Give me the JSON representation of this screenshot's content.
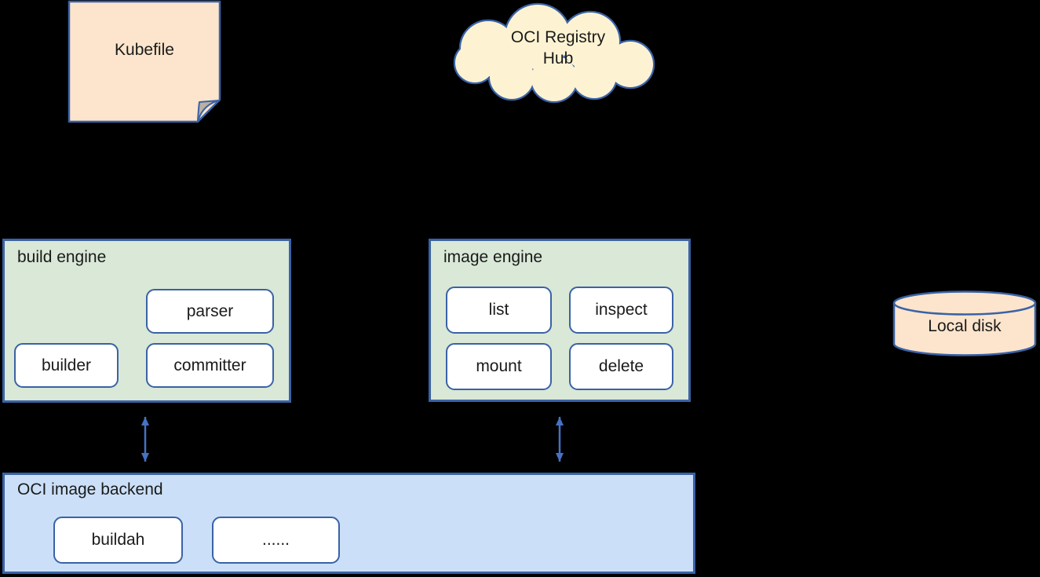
{
  "palette": {
    "background": "#000000",
    "border_blue": "#3A62A6",
    "arrow_blue": "#4472C4",
    "note_fill": "#FCE5CC",
    "note_fold": "#BCB0A1",
    "cloud_fill": "#FDF3D3",
    "engine_fill": "#D9E8D7",
    "backend_fill": "#CBE0F8",
    "inner_fill": "#FFFFFF",
    "text": "#1A1A1A"
  },
  "nodes": {
    "kubefile": {
      "shape": "note",
      "label": "Kubefile"
    },
    "oci_registry_hub": {
      "shape": "cloud",
      "label": "OCI Registry Hub"
    },
    "build_engine": {
      "shape": "box",
      "label": "build engine",
      "items": [
        {
          "label": "parser"
        },
        {
          "label": "builder"
        },
        {
          "label": "committer"
        }
      ]
    },
    "image_engine": {
      "shape": "box",
      "label": "image engine",
      "items": [
        {
          "label": "list"
        },
        {
          "label": "inspect"
        },
        {
          "label": "mount"
        },
        {
          "label": "delete"
        }
      ]
    },
    "local_disk": {
      "shape": "cylinder",
      "label": "Local disk"
    },
    "oci_image_backend": {
      "shape": "box",
      "label": "OCI image backend",
      "items": [
        {
          "label": "buildah"
        },
        {
          "label": "......"
        }
      ]
    }
  },
  "connectors": [
    {
      "from": "build_engine",
      "to": "oci_image_backend",
      "heads": "both",
      "color": "#4472C4",
      "visible": true
    },
    {
      "from": "image_engine",
      "to": "oci_image_backend",
      "heads": "both",
      "color": "#4472C4",
      "visible": true
    },
    {
      "from": "kubefile",
      "to": "build_engine",
      "heads": "end",
      "color": "#000000",
      "visible": false
    },
    {
      "from": "oci_registry_hub",
      "to": "image_engine",
      "heads": "both",
      "color": "#000000",
      "visible": false
    },
    {
      "from": "build_engine",
      "to": "image_engine",
      "heads": "both",
      "color": "#000000",
      "visible": false
    },
    {
      "from": "image_engine",
      "to": "local_disk",
      "heads": "both",
      "color": "#000000",
      "visible": false
    }
  ]
}
